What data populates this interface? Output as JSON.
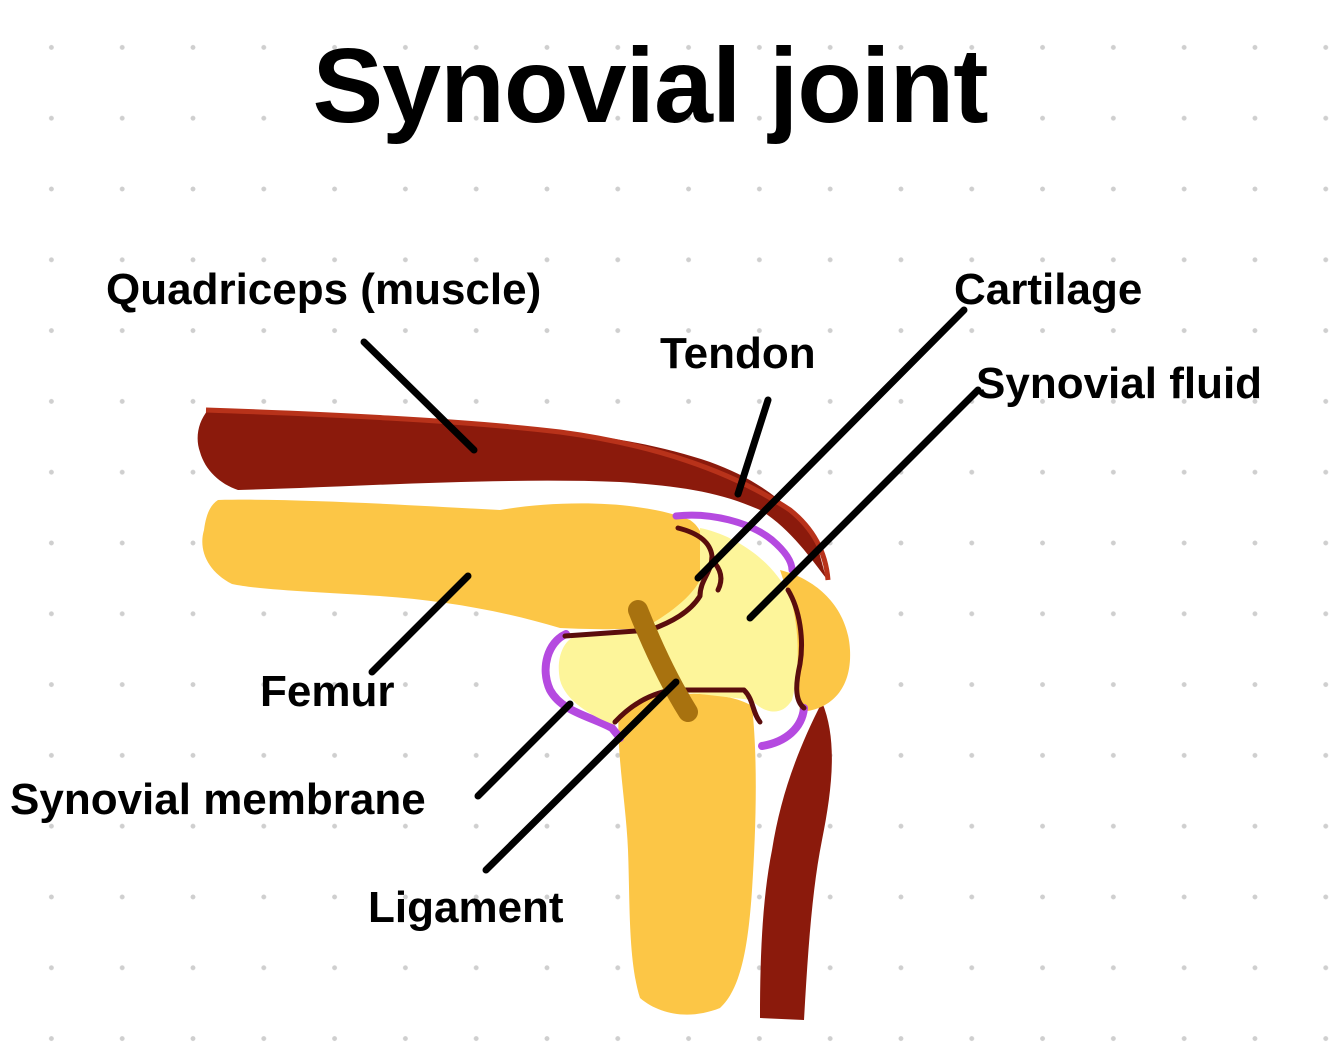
{
  "title": "Synovial joint",
  "labels": {
    "quadriceps": "Quadriceps (muscle)",
    "tendon": "Tendon",
    "cartilage": "Cartilage",
    "synovial_fluid": "Synovial fluid",
    "femur": "Femur",
    "synovial_membrane": "Synovial membrane",
    "ligament": "Ligament"
  },
  "colors": {
    "muscle": "#8b1a0c",
    "muscle_edge": "#b8321a",
    "bone": "#fcc646",
    "fluid": "#fdf59a",
    "membrane": "#b54ae0",
    "cartilage_line": "#5a0d0d",
    "ligament": "#a8720f",
    "leader_line": "#000000"
  }
}
